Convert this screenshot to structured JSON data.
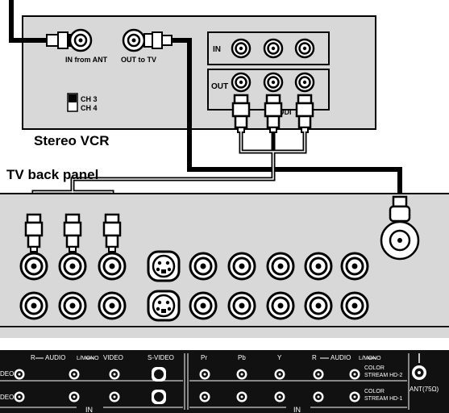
{
  "vcr": {
    "title": "Stereo VCR",
    "in_from_ant": "IN from ANT",
    "out_to_tv": "OUT to TV",
    "ch3": "CH 3",
    "ch4": "CH 4",
    "in_label": "IN",
    "out_label": "OUT",
    "audio_partial": "UDI"
  },
  "tv": {
    "title": "TV back panel"
  },
  "strip": {
    "row1_prefix": "DEO-2",
    "row2_prefix": "DEO-1",
    "r": "R",
    "audio": "AUDIO",
    "lmono": "L/MONO",
    "video": "VIDEO",
    "svideo": "S-VIDEO",
    "pr": "Pr",
    "pb": "Pb",
    "y": "Y",
    "r2": "R",
    "audio2": "AUDIO",
    "lmono2": "L/MONO",
    "color_stream": "COLOR",
    "stream_hd2": "STREAM HD-2",
    "color_stream1": "COLOR",
    "stream_hd1": "STREAM HD-1",
    "ant": "ANT(75Ω)",
    "in_left": "IN",
    "in_right": "IN"
  },
  "colors": {
    "panel": "#d8d8d8",
    "strip": "#111111",
    "line": "#000000"
  }
}
